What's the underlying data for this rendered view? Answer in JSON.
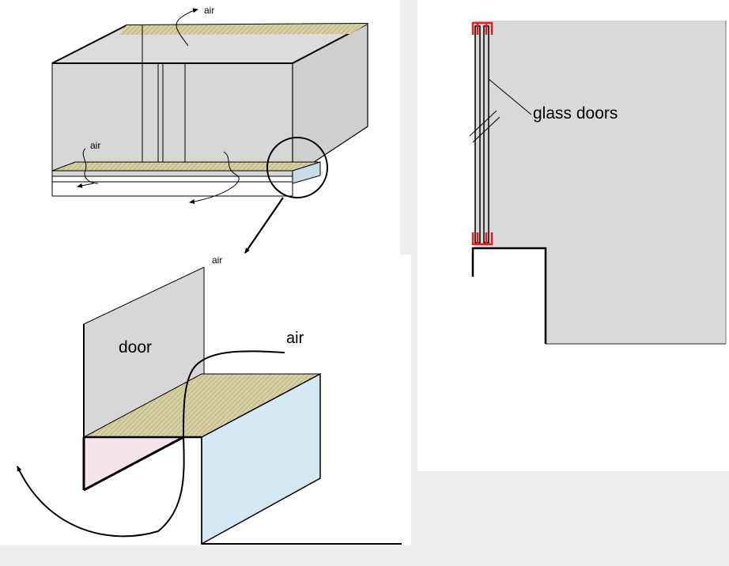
{
  "labels": {
    "air_top": "air",
    "air_left": "air",
    "air_zoom_top": "air",
    "air_zoom_right": "air",
    "door": "door",
    "glass_doors": "glass doors"
  },
  "colors": {
    "background": "#eeeeee",
    "panel": "#ffffff",
    "glass": "#d9d9d9",
    "filter_mesh": "#d8d0a6",
    "side_blue": "#d4e9f4",
    "side_pink": "#f6e4ea",
    "track_red": "#e02020"
  }
}
